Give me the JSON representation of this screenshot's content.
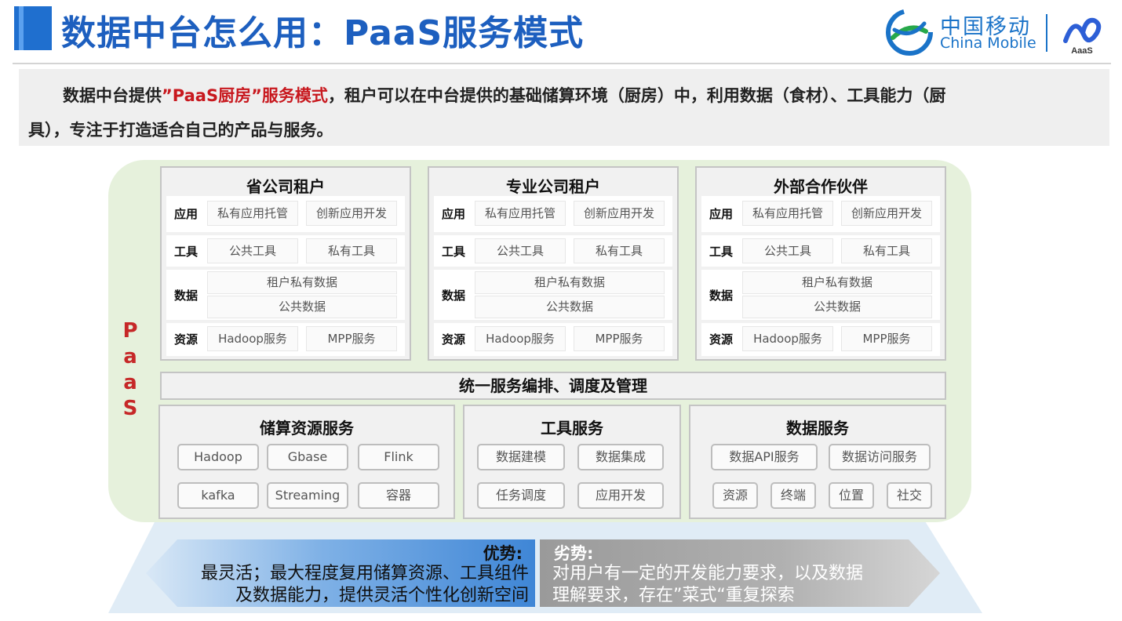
{
  "header": {
    "title": "数据中台怎么用：PaaS服务模式",
    "logo_cn": "中国移动",
    "logo_en": "China Mobile",
    "logo_badge": "AaaS"
  },
  "intro": {
    "part1": "数据中台提供",
    "highlight": "”PaaS厨房”服务模式",
    "part2": "，租户可以在中台提供的基础储算环境（厨房）中，利用数据（食材）、工具能力（厨",
    "line2": "具），专注于打造适合自己的产品与服务。"
  },
  "paas_label": [
    "P",
    "a",
    "a",
    "S"
  ],
  "tenants": [
    {
      "title": "省公司租户",
      "rows": {
        "app": {
          "label": "应用",
          "items": [
            "私有应用托管",
            "创新应用开发"
          ]
        },
        "tool": {
          "label": "工具",
          "items": [
            "公共工具",
            "私有工具"
          ]
        },
        "data": {
          "label": "数据",
          "items": [
            "租户私有数据",
            "公共数据"
          ]
        },
        "res": {
          "label": "资源",
          "items": [
            "Hadoop服务",
            "MPP服务"
          ]
        }
      }
    },
    {
      "title": "专业公司租户",
      "rows": {
        "app": {
          "label": "应用",
          "items": [
            "私有应用托管",
            "创新应用开发"
          ]
        },
        "tool": {
          "label": "工具",
          "items": [
            "公共工具",
            "私有工具"
          ]
        },
        "data": {
          "label": "数据",
          "items": [
            "租户私有数据",
            "公共数据"
          ]
        },
        "res": {
          "label": "资源",
          "items": [
            "Hadoop服务",
            "MPP服务"
          ]
        }
      }
    },
    {
      "title": "外部合作伙伴",
      "rows": {
        "app": {
          "label": "应用",
          "items": [
            "私有应用托管",
            "创新应用开发"
          ]
        },
        "tool": {
          "label": "工具",
          "items": [
            "公共工具",
            "私有工具"
          ]
        },
        "data": {
          "label": "数据",
          "items": [
            "租户私有数据",
            "公共数据"
          ]
        },
        "res": {
          "label": "资源",
          "items": [
            "Hadoop服务",
            "MPP服务"
          ]
        }
      }
    }
  ],
  "orchestration": "统一服务编排、调度及管理",
  "services": [
    {
      "title": "储算资源服务",
      "items": [
        "Hadoop",
        "Gbase",
        "Flink",
        "kafka",
        "Streaming",
        "容器"
      ]
    },
    {
      "title": "工具服务",
      "items": [
        "数据建模",
        "数据集成",
        "任务调度",
        "应用开发"
      ]
    },
    {
      "title": "数据服务",
      "items": [
        "数据API服务",
        "数据访问服务",
        "资源",
        "终端",
        "位置",
        "社交"
      ]
    }
  ],
  "advantages": {
    "heading": "优势:",
    "line1": "最灵活；最大程度复用储算资源、工具组件",
    "line2": "及数据能力，提供灵活个性化创新空间"
  },
  "disadvantages": {
    "heading": "劣势:",
    "line1": "对用户有一定的开发能力要求，以及数据",
    "line2": "理解要求，存在”菜式“重复探索"
  },
  "colors": {
    "title_blue": "#1d5fbf",
    "highlight_red": "#c8181e",
    "paas_green": "#e6f1dc",
    "advantage_blue": "#4a90d9",
    "disadvantage_gray": "#a9a9a9"
  }
}
